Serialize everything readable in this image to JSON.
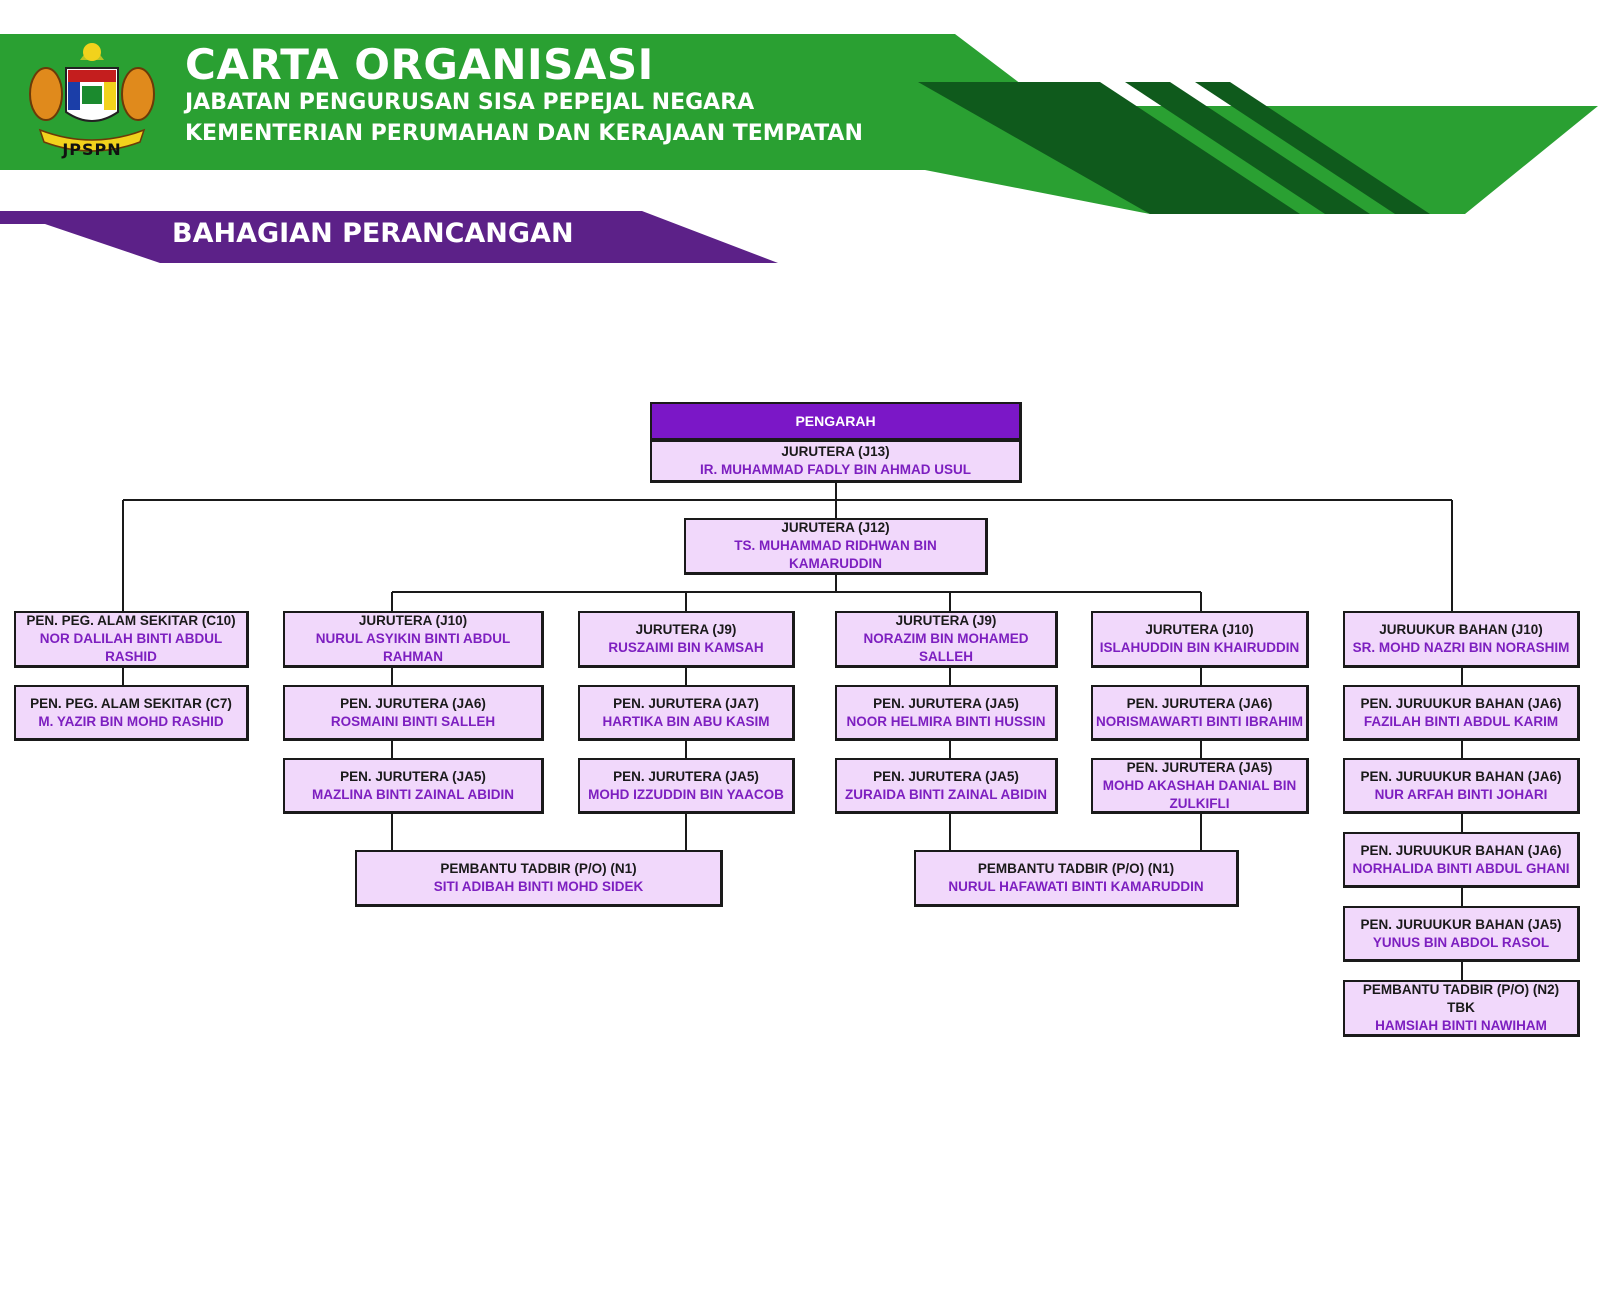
{
  "header": {
    "logo_text": "JPSPN",
    "title": "CARTA ORGANISASI",
    "subtitle1": "JABATAN PENGURUSAN SISA PEPEJAL NEGARA",
    "subtitle2": "KEMENTERIAN PERUMAHAN DAN KERAJAAN TEMPATAN",
    "section": "BAHAGIAN PERANCANGAN"
  },
  "colors": {
    "header_green": "#2aa032",
    "dark_green": "#0f5a1c",
    "purple_band": "#5c2188",
    "head_box": "#7b17c7",
    "box_fill": "#f1d8fb",
    "name_text": "#7d1fc0"
  },
  "org": {
    "head_label": "PENGARAH",
    "director": {
      "rank": "JURUTERA (J13)",
      "name": "IR. MUHAMMAD FADLY BIN AHMAD USUL"
    },
    "deputy": {
      "rank": "JURUTERA (J12)",
      "name": "TS. MUHAMMAD RIDHWAN BIN KAMARUDDIN"
    },
    "env1": {
      "rank": "PEN. PEG. ALAM SEKITAR (C10)",
      "name": "NOR DALILAH BINTI ABDUL RASHID"
    },
    "env2": {
      "rank": "PEN. PEG. ALAM SEKITAR (C7)",
      "name": "M. YAZIR BIN MOHD RASHID"
    },
    "u1_head": {
      "rank": "JURUTERA (J10)",
      "name": "NURUL ASYIKIN BINTI ABDUL RAHMAN"
    },
    "u1_a": {
      "rank": "PEN. JURUTERA (JA6)",
      "name": "ROSMAINI BINTI SALLEH"
    },
    "u1_b": {
      "rank": "PEN. JURUTERA (JA5)",
      "name": "MAZLINA BINTI ZAINAL ABIDIN"
    },
    "u2_head": {
      "rank": "JURUTERA (J9)",
      "name": "RUSZAIMI BIN KAMSAH"
    },
    "u2_a": {
      "rank": "PEN. JURUTERA (JA7)",
      "name": "HARTIKA BIN ABU KASIM"
    },
    "u2_b": {
      "rank": "PEN. JURUTERA (JA5)",
      "name": "MOHD IZZUDDIN BIN YAACOB"
    },
    "u3_head": {
      "rank": "JURUTERA (J9)",
      "name": "NORAZIM BIN MOHAMED SALLEH"
    },
    "u3_a": {
      "rank": "PEN. JURUTERA (JA5)",
      "name": "NOOR HELMIRA BINTI HUSSIN"
    },
    "u3_b": {
      "rank": "PEN. JURUTERA (JA5)",
      "name": "ZURAIDA BINTI ZAINAL ABIDIN"
    },
    "u4_head": {
      "rank": "JURUTERA (J10)",
      "name": "ISLAHUDDIN BIN KHAIRUDDIN"
    },
    "u4_a": {
      "rank": "PEN. JURUTERA (JA6)",
      "name": "NORISMAWARTI BINTI IBRAHIM"
    },
    "u4_b": {
      "rank": "PEN. JURUTERA (JA5)",
      "name": "MOHD AKASHAH DANIAL BIN ZULKIFLI"
    },
    "admin1": {
      "rank": "PEMBANTU TADBIR (P/O) (N1)",
      "name": "SITI ADIBAH BINTI MOHD SIDEK"
    },
    "admin2": {
      "rank": "PEMBANTU TADBIR (P/O) (N1)",
      "name": "NURUL HAFAWATI BINTI KAMARUDDIN"
    },
    "qs_head": {
      "rank": "JURUUKUR BAHAN (J10)",
      "name": "SR. MOHD NAZRI BIN NORASHIM"
    },
    "qs_a": {
      "rank": "PEN. JURUUKUR BAHAN (JA6)",
      "name": "FAZILAH BINTI ABDUL KARIM"
    },
    "qs_b": {
      "rank": "PEN. JURUUKUR BAHAN (JA6)",
      "name": "NUR ARFAH BINTI JOHARI"
    },
    "qs_c": {
      "rank": "PEN. JURUUKUR BAHAN (JA6)",
      "name": "NORHALIDA BINTI ABDUL GHANI"
    },
    "qs_d": {
      "rank": "PEN. JURUUKUR BAHAN (JA5)",
      "name": "YUNUS BIN ABDOL RASOL"
    },
    "qs_admin": {
      "rank": "PEMBANTU TADBIR (P/O) (N2) TBK",
      "name": "HAMSIAH BINTI NAWIHAM"
    }
  }
}
